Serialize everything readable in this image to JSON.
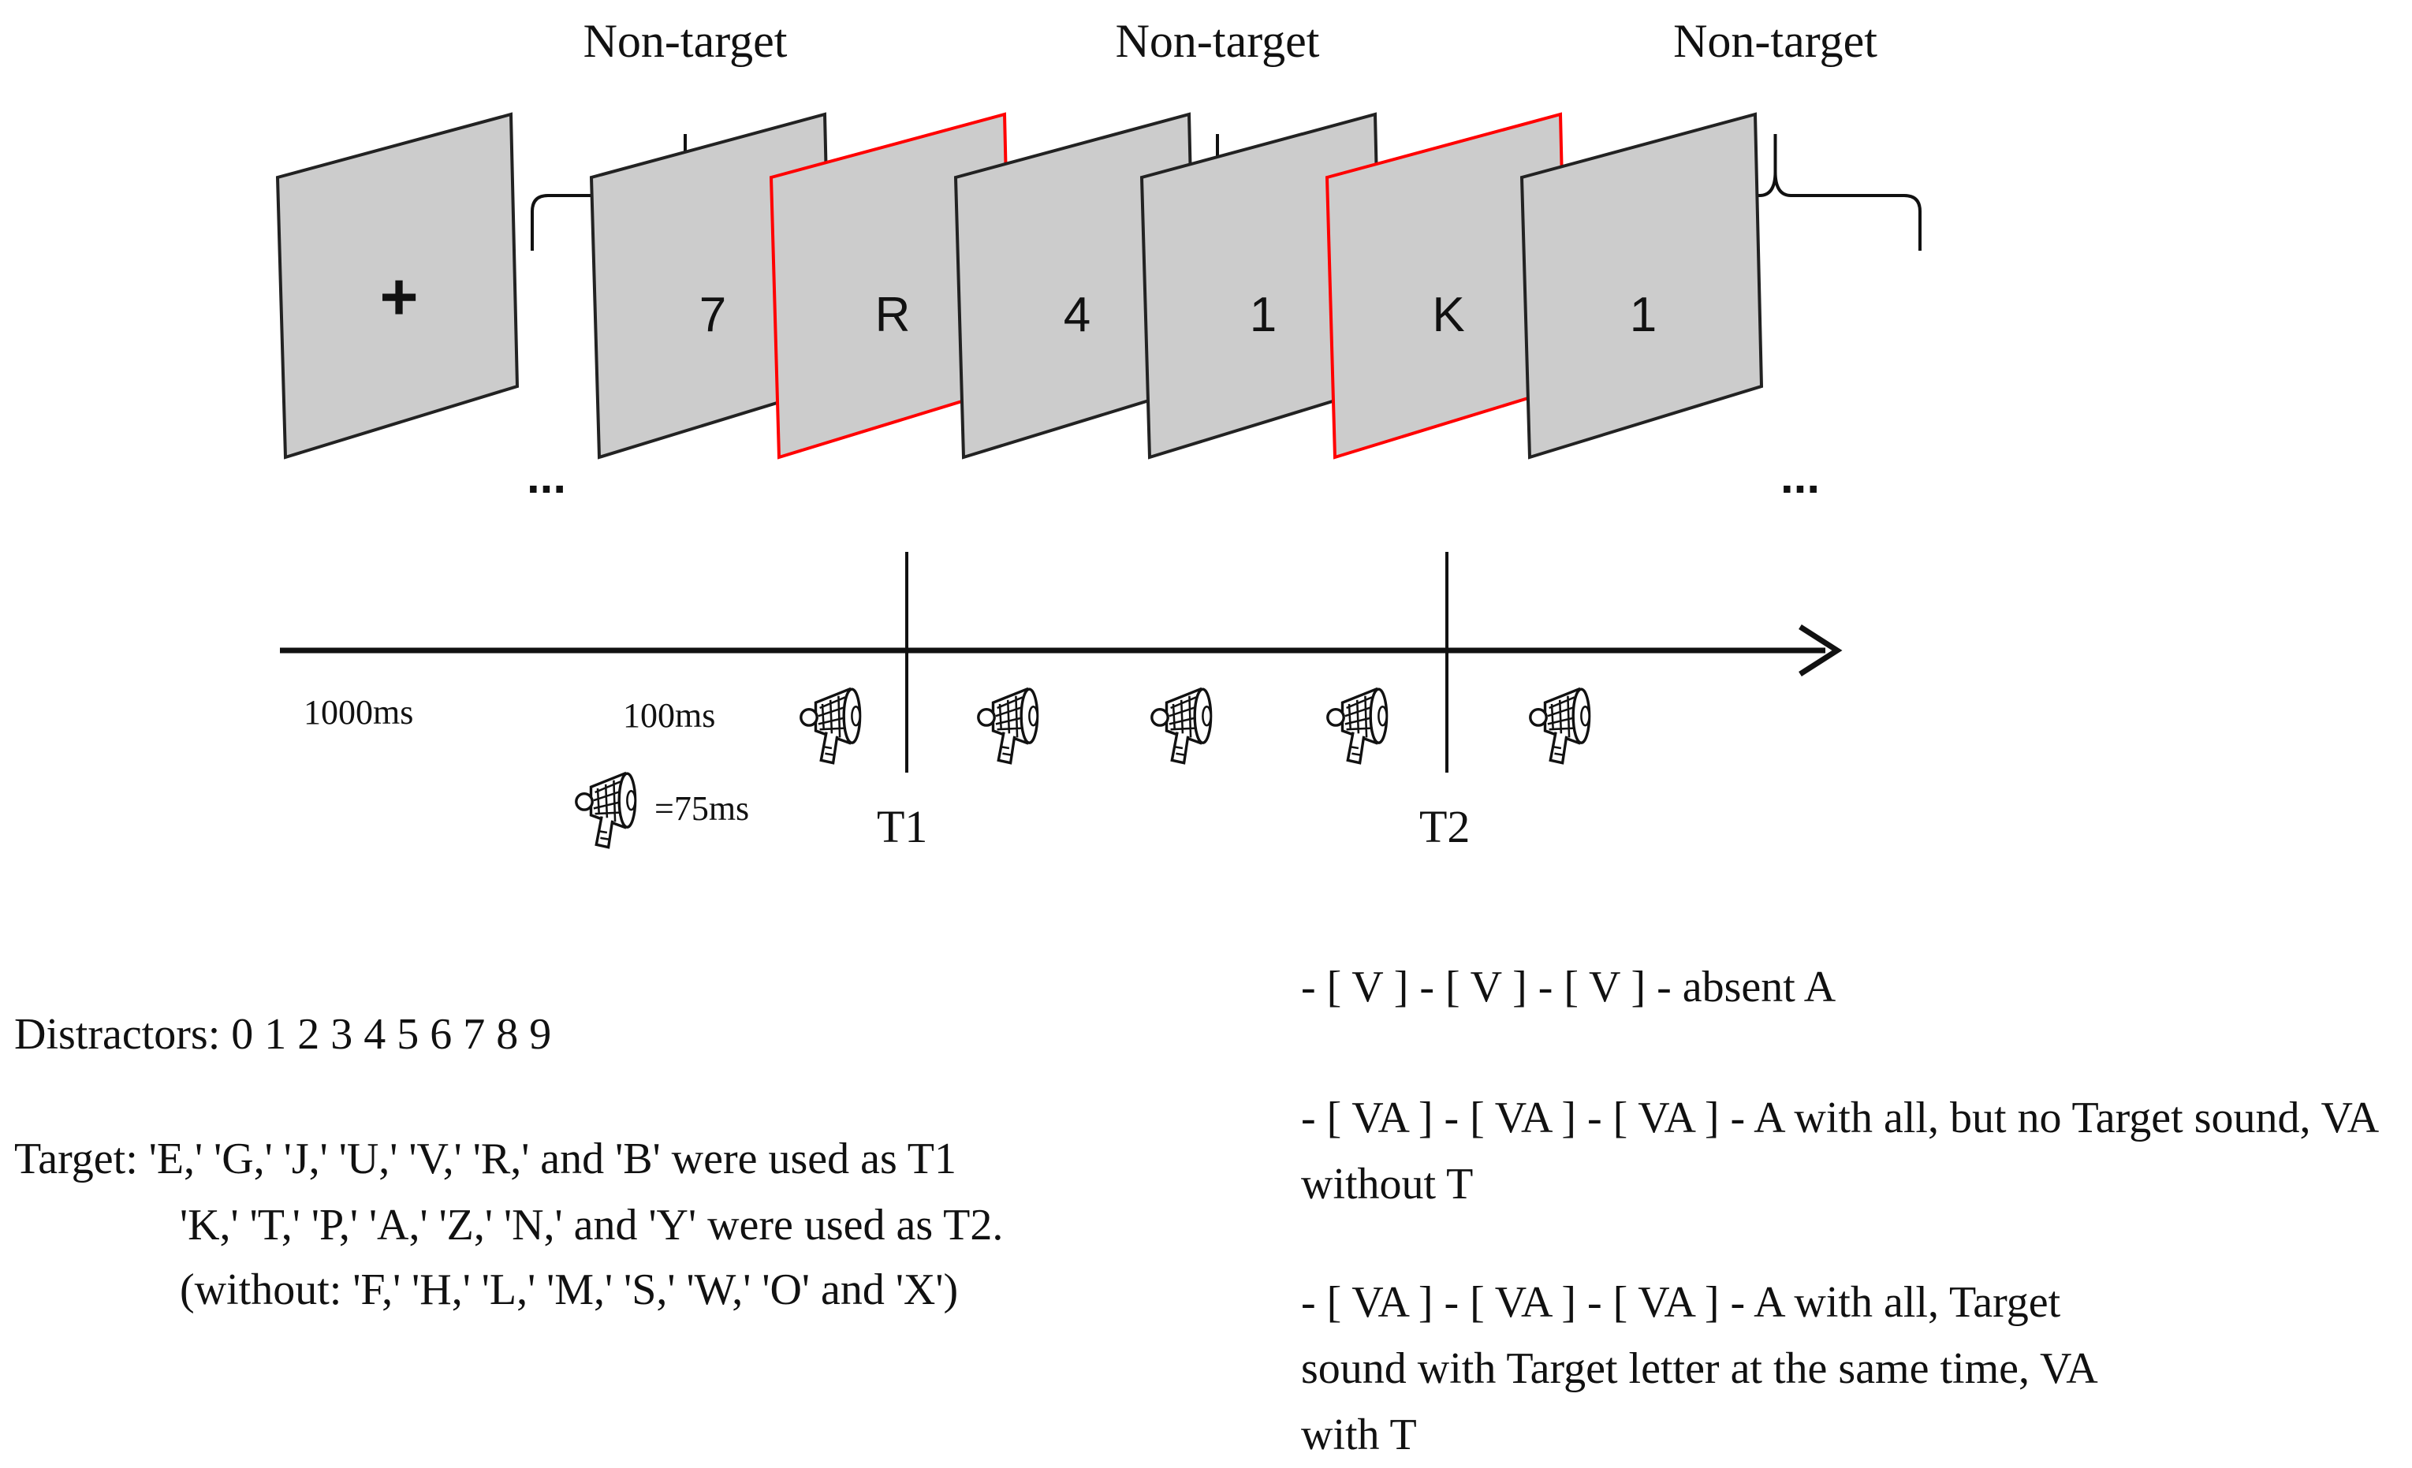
{
  "diagram": {
    "group_labels": [
      "Non-target",
      "Non-target",
      "Non-target"
    ],
    "frames": [
      {
        "symbol": "+",
        "is_target": false
      },
      {
        "symbol": "7",
        "is_target": false
      },
      {
        "symbol": "R",
        "is_target": true
      },
      {
        "symbol": "4",
        "is_target": false
      },
      {
        "symbol": "1",
        "is_target": false
      },
      {
        "symbol": "K",
        "is_target": true
      },
      {
        "symbol": "1",
        "is_target": false
      }
    ],
    "ellipsis": "...",
    "durations": {
      "fixation": "1000ms",
      "item": "100ms",
      "sound": "=75ms"
    },
    "target_markers": [
      "T1",
      "T2"
    ],
    "icon": "megaphone-icon",
    "colors": {
      "frame_fill": "#cccccc",
      "target_border": "#ff0000",
      "default_border": "#222222"
    }
  },
  "legend": {
    "distractors": "Distractors: 0 1 2 3 4 5 6 7 8 9",
    "target_line1": "Target: 'E,' 'G,' 'J,' 'U,' 'V,' 'R,' and 'B' were used as T1",
    "target_line2": "'K,' 'T,' 'P,' 'A,' 'Z,' 'N,' and 'Y' were used as T2.",
    "target_line3": "(without: 'F,' 'H,' 'L,' 'M,' 'S,' 'W,' 'O' and 'X')"
  },
  "conditions": [
    "- [ V ] - [ V ] - [ V ] - absent A",
    "- [ VA ] - [ VA ] - [ VA ] - A with all, but no Target sound, VA without T",
    "- [ VA ] - [ VA ] - [ VA ] - A with all, Target sound with Target letter at the same time, VA with T"
  ]
}
